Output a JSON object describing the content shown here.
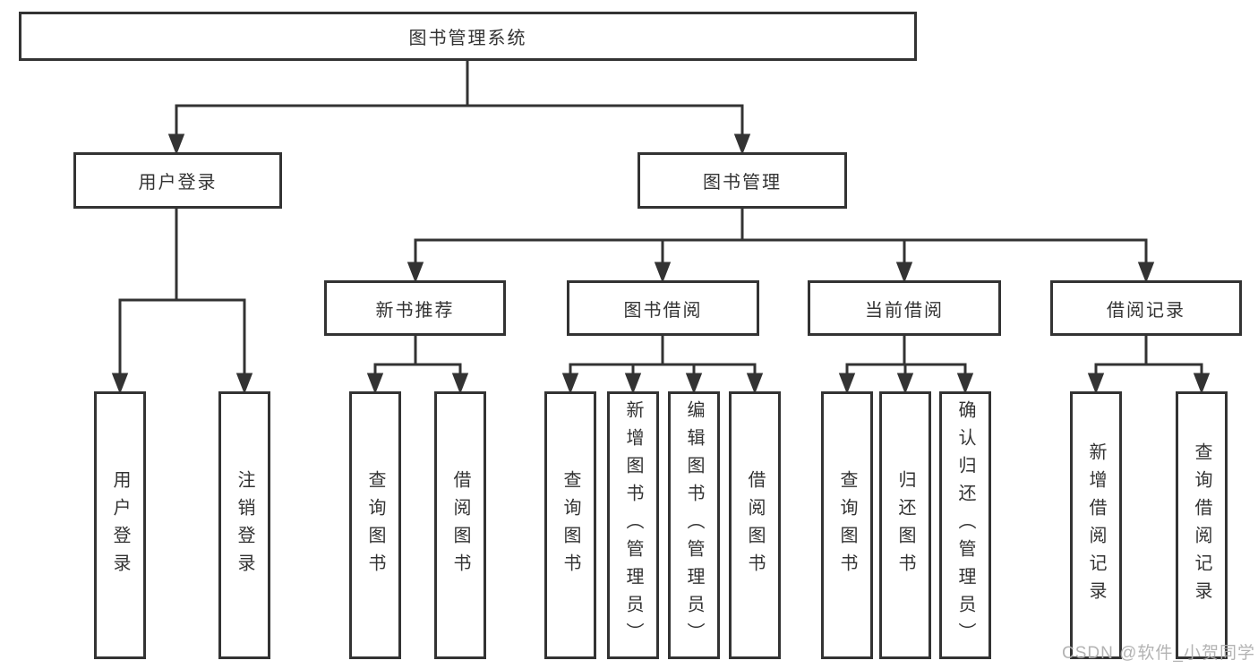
{
  "diagram_title": "图书管理系统",
  "root": {
    "label": "图书管理系统"
  },
  "branches": {
    "user_login": {
      "label": "用户登录",
      "children": [
        "用户登录",
        "注销登录"
      ]
    },
    "book_management": {
      "label": "图书管理"
    },
    "new_book": {
      "label": "新书推荐",
      "children": [
        "查询图书",
        "借阅图书"
      ]
    },
    "book_borrow": {
      "label": "图书借阅",
      "children": [
        "查询图书",
        "新增图书（管理员）",
        "编辑图书（管理员）",
        "借阅图书"
      ]
    },
    "current_borrow": {
      "label": "当前借阅",
      "children": [
        "查询图书",
        "归还图书",
        "确认归还（管理员）"
      ]
    },
    "borrow_records": {
      "label": "借阅记录",
      "children": [
        "新增借阅记录",
        "查询借阅记录"
      ]
    }
  },
  "watermark": {
    "text": "CSDN @软件_小贺同学"
  },
  "colors": {
    "line": "#333333",
    "box_border": "#333333",
    "background": "#ffffff",
    "text": "#333333",
    "watermark": "#afafaf"
  }
}
